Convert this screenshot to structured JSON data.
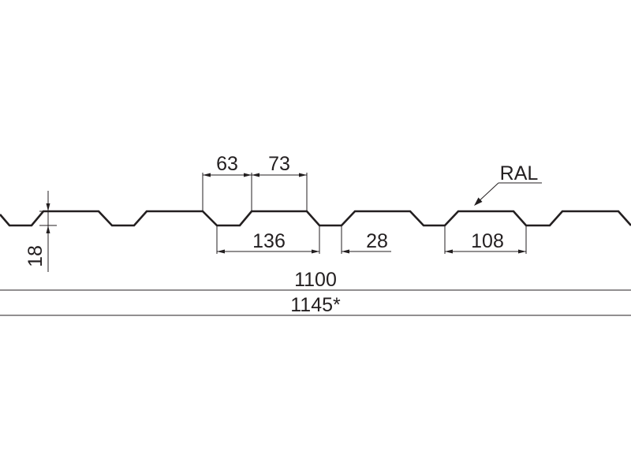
{
  "drawing": {
    "stroke_color": "#231f20",
    "background": "#ffffff",
    "dimensions": {
      "crest_width": "63",
      "valley_gap": "73",
      "pitch": "136",
      "valley_width": "28",
      "bottom_width": "108",
      "height": "18",
      "working_width": "1100",
      "total_width": "1145*"
    },
    "coating_label": "RAL"
  }
}
